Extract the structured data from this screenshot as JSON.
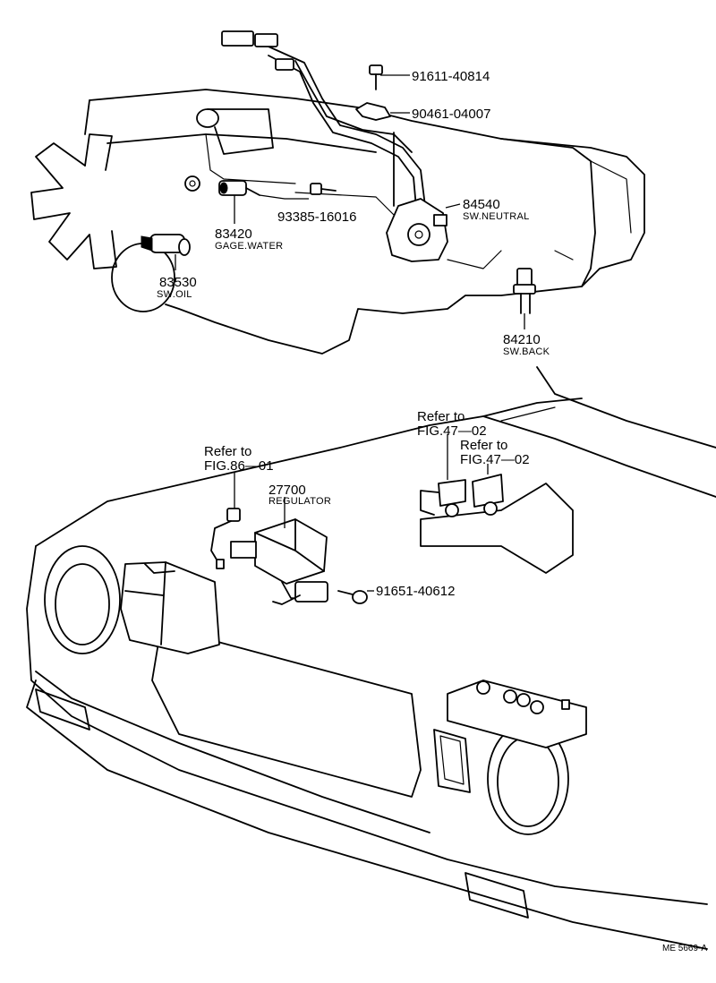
{
  "callouts": {
    "p91611": "91611-40814",
    "p90461": "90461-04007",
    "p93385": "93385-16016",
    "p84540": "84540",
    "p84540_name": "SW.NEUTRAL",
    "p83420": "83420",
    "p83420_name": "GAGE.WATER",
    "p83530": "83530",
    "p83530_name": "SW.OIL",
    "p84210": "84210",
    "p84210_name": "SW.BACK",
    "p27700": "27700",
    "p27700_name": "REGULATOR",
    "p91651": "91651-40612"
  },
  "references": {
    "ref_a_line1": "Refer to",
    "ref_a_line2": "FIG.47—02",
    "ref_b_line1": "Refer to",
    "ref_b_line2": "FIG.47—02",
    "ref_c_line1": "Refer to",
    "ref_c_line2": "FIG.86—01"
  },
  "footer": {
    "code": "ME 5669-A"
  }
}
